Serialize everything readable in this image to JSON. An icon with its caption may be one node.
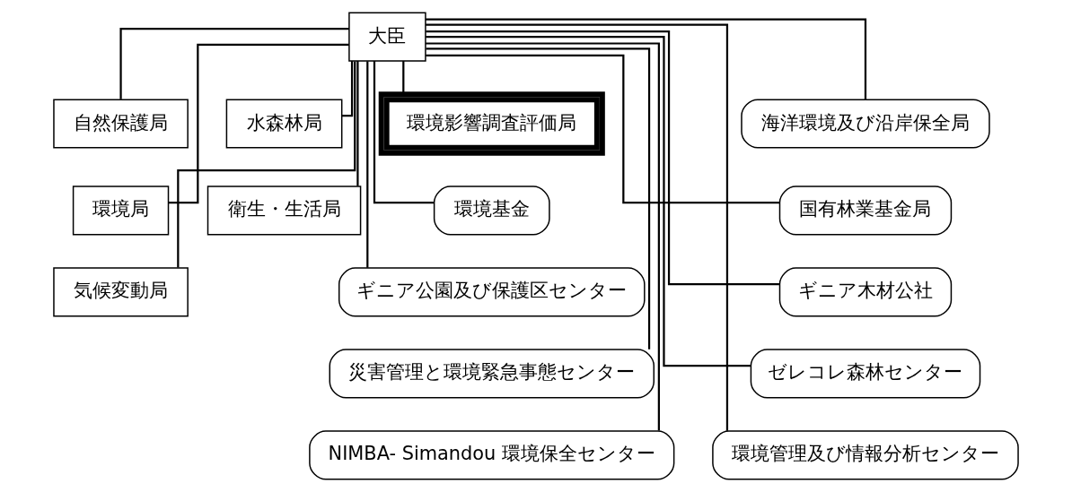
{
  "diagram": {
    "nodes": [
      {
        "text": [
          "大臣"
        ]
      },
      {
        "text": [
          "自然保護局"
        ]
      },
      {
        "text": [
          "水森林局"
        ]
      },
      {
        "text": [
          "環境影響調査評価局"
        ]
      },
      {
        "text": [
          "海洋環境及び沿岸保全局"
        ]
      },
      {
        "text": [
          "環境局"
        ]
      },
      {
        "text": [
          "衛生・生活局"
        ]
      },
      {
        "text": [
          "環境基金"
        ]
      },
      {
        "text": [
          "国有林業基金局"
        ]
      },
      {
        "text": [
          "気候変動局"
        ]
      },
      {
        "text": [
          "ギニア公園及び保護区センター"
        ]
      },
      {
        "text": [
          "ギニア木材公社"
        ]
      },
      {
        "text": [
          "災害管理と環境緊急事態センター"
        ]
      },
      {
        "text": [
          "ゼレコレ森林センター"
        ]
      },
      {
        "text": [
          "NIMBA- Simandou 環境保全センター"
        ]
      },
      {
        "text": [
          "環境管理及び情報分析センター"
        ]
      }
    ],
    "edges": [
      {
        "from": 0,
        "to": 1,
        "arrow": "none"
      },
      {
        "from": 0,
        "to": 2,
        "arrow": "none"
      },
      {
        "from": 0,
        "to": 5,
        "arrow": "none"
      },
      {
        "from": 0,
        "to": 6,
        "arrow": "none"
      },
      {
        "from": 0,
        "to": 9,
        "arrow": "none"
      },
      {
        "from": 0,
        "to": 3,
        "arrow": "none"
      },
      {
        "from": 0,
        "to": 4,
        "arrow": "none"
      },
      {
        "from": 0,
        "to": 7,
        "arrow": "none"
      },
      {
        "from": 0,
        "to": 8,
        "arrow": "none"
      },
      {
        "from": 0,
        "to": 10,
        "arrow": "none"
      },
      {
        "from": 0,
        "to": 11,
        "arrow": "none"
      },
      {
        "from": 0,
        "to": 12,
        "arrow": "none"
      },
      {
        "from": 0,
        "to": 13,
        "arrow": "none"
      },
      {
        "from": 0,
        "to": 14,
        "arrow": "none"
      },
      {
        "from": 0,
        "to": 15,
        "arrow": "none"
      }
    ]
  }
}
